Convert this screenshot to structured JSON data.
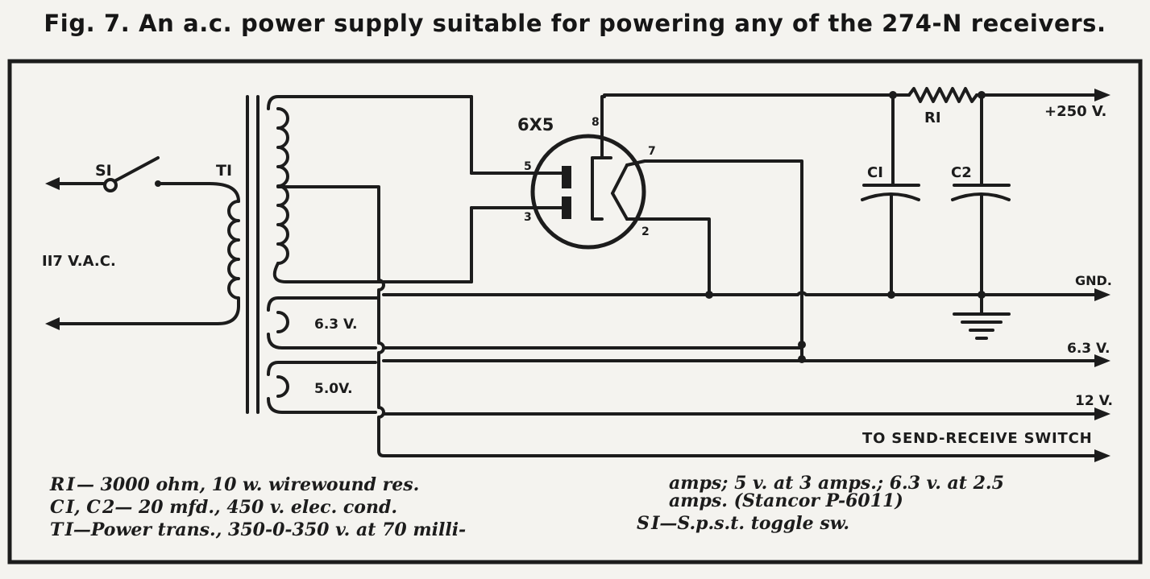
{
  "title": "Fig. 7.  An a.c. power supply suitable for powering any of the 274-N receivers.",
  "components": {
    "switch": "SI",
    "transformer": "TI",
    "tube": "6X5",
    "resistor": "RI",
    "cap1": "CI",
    "cap2": "C2"
  },
  "pins": {
    "p8": "8",
    "p5": "5",
    "p3": "3",
    "p7": "7",
    "p2": "2"
  },
  "labels": {
    "input": "II7 V.A.C.",
    "winding_6v": "6.3 V.",
    "winding_5v": "5.0V.",
    "out_250": "+250 V.",
    "out_gnd": "GND.",
    "out_63": "6.3 V.",
    "out_12": "12 V.",
    "out_switch": "TO SEND-RECEIVE  SWITCH"
  },
  "legend": {
    "r1": "R I — 3000 ohm, 10 w. wirewound res.",
    "c": "C I, C 2— 20 mfd., 450 v. elec. cond.",
    "t1": "T I—Power trans., 350-0-350 v. at 70 milli-",
    "t1_cont1": "amps; 5 v. at 3 amps.; 6.3 v. at 2.5",
    "t1_cont2": "amps. (Stancor P-6011)",
    "s1": "S I—S.p.s.t. toggle sw."
  },
  "colors": {
    "ink": "#1c1c1c",
    "paper": "#f4f3ef"
  }
}
